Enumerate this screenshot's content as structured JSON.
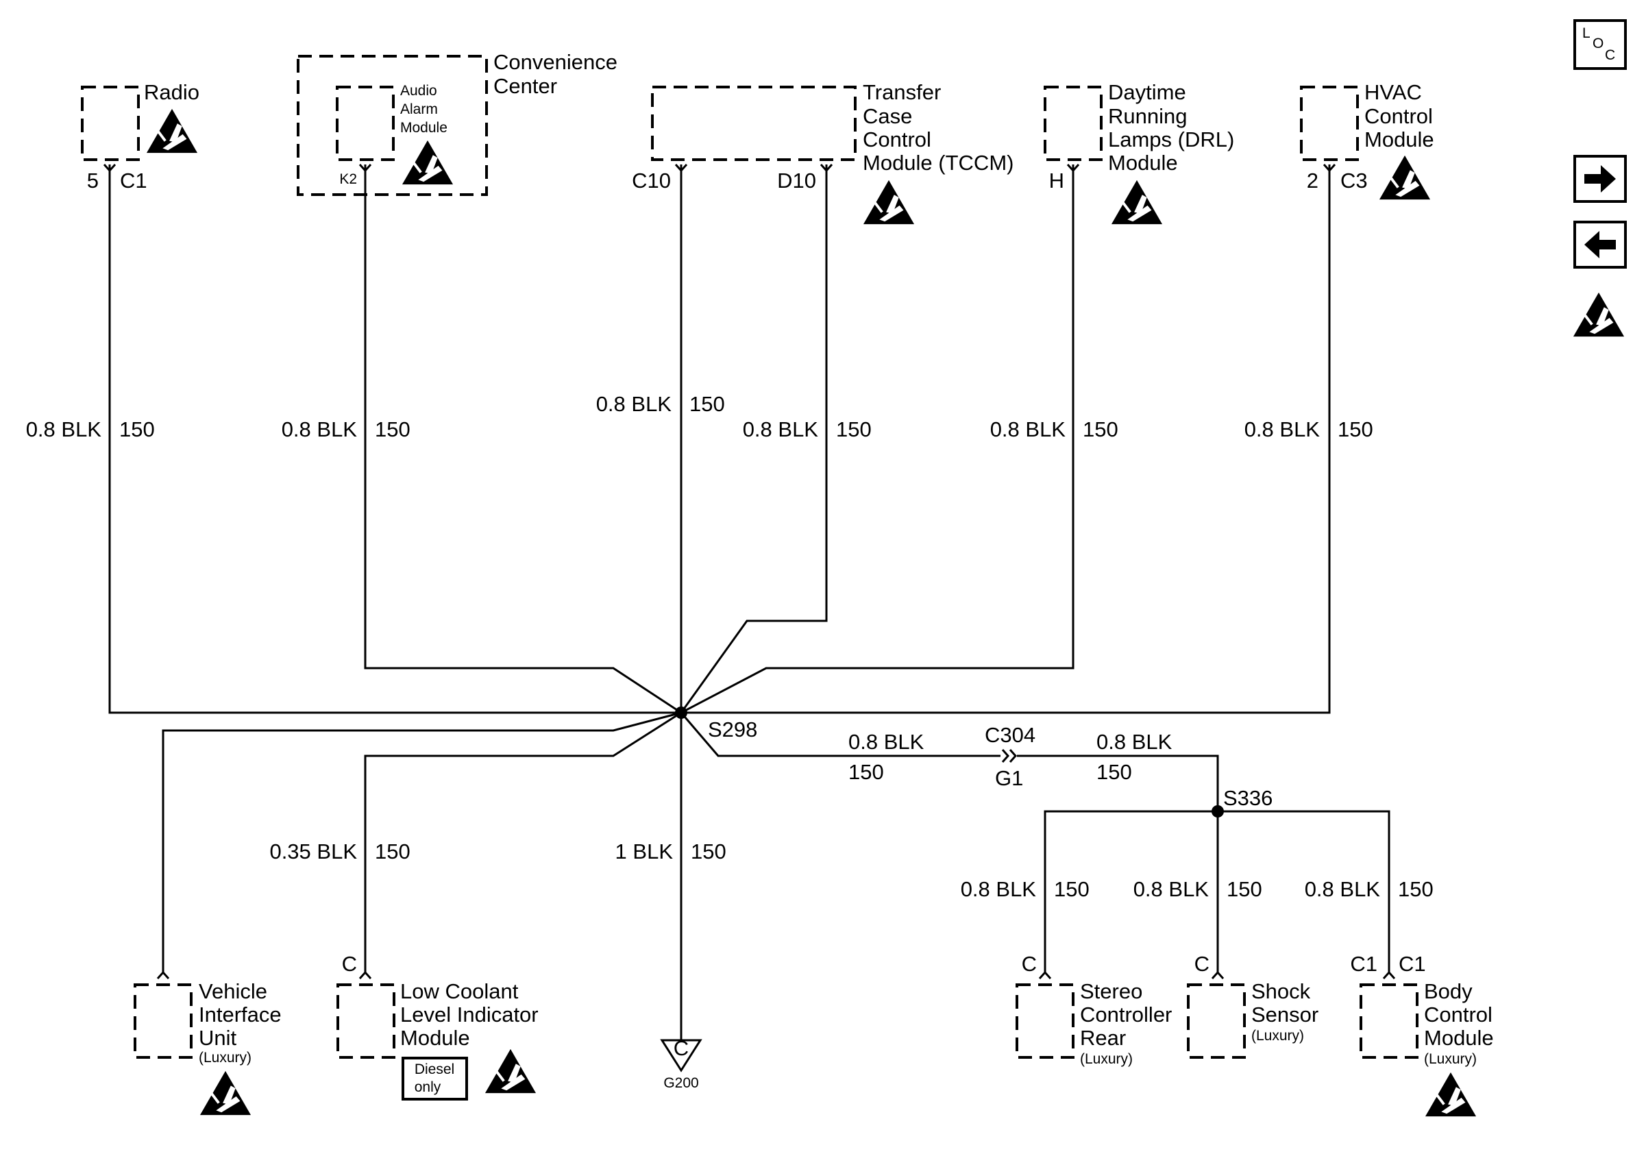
{
  "components": {
    "radio": {
      "name": "Radio",
      "pin": "5",
      "connector": "C1"
    },
    "convenience_center": {
      "name_line1": "Convenience",
      "name_line2": "Center"
    },
    "audio_alarm": {
      "line1": "Audio",
      "line2": "Alarm",
      "line3": "Module",
      "pin": "K2"
    },
    "tccm": {
      "line1": "Transfer",
      "line2": "Case",
      "line3": "Control",
      "line4": "Module (TCCM)",
      "pin1": "C10",
      "pin2": "D10"
    },
    "drl": {
      "line1": "Daytime",
      "line2": "Running",
      "line3": "Lamps (DRL)",
      "line4": "Module",
      "pin": "H"
    },
    "hvac": {
      "line1": "HVAC",
      "line2": "Control",
      "line3": "Module",
      "pin": "2",
      "connector": "C3"
    },
    "viu": {
      "line1": "Vehicle",
      "line2": "Interface",
      "line3": "Unit",
      "note": "(Luxury)"
    },
    "lcli": {
      "line1": "Low Coolant",
      "line2": "Level Indicator",
      "line3": "Module",
      "pin": "C",
      "box_line1": "Diesel",
      "box_line2": "only"
    },
    "ground": {
      "pin": "C",
      "name": "G200"
    },
    "stereo": {
      "line1": "Stereo",
      "line2": "Controller",
      "line3": "Rear",
      "note": "(Luxury)",
      "pin": "C"
    },
    "shock": {
      "line1": "Shock",
      "line2": "Sensor",
      "note": "(Luxury)",
      "pin": "C"
    },
    "bcm": {
      "line1": "Body",
      "line2": "Control",
      "line3": "Module",
      "note": "(Luxury)",
      "pin": "C1",
      "connector": "C1"
    }
  },
  "wires": {
    "radio": {
      "size": "0.8 BLK",
      "circuit": "150"
    },
    "audio": {
      "size": "0.8 BLK",
      "circuit": "150"
    },
    "tccm_c10": {
      "size": "0.8 BLK",
      "circuit": "150"
    },
    "tccm_d10": {
      "size": "0.8 BLK",
      "circuit": "150"
    },
    "drl": {
      "size": "0.8 BLK",
      "circuit": "150"
    },
    "hvac": {
      "size": "0.8 BLK",
      "circuit": "150"
    },
    "lcli": {
      "size": "0.35 BLK",
      "circuit": "150"
    },
    "ground": {
      "size": "1 BLK",
      "circuit": "150"
    },
    "to_c304": {
      "size": "0.8 BLK",
      "circuit": "150"
    },
    "from_c304": {
      "size": "0.8 BLK",
      "circuit": "150"
    },
    "stereo": {
      "size": "0.8 BLK",
      "circuit": "150"
    },
    "shock": {
      "size": "0.8 BLK",
      "circuit": "150"
    },
    "bcm": {
      "size": "0.8 BLK",
      "circuit": "150"
    }
  },
  "splices": {
    "s298": "S298",
    "s336": "S336"
  },
  "inline_connector": {
    "name": "C304",
    "pin": "G1"
  },
  "nav": {
    "loc_l": "L",
    "loc_o": "O",
    "loc_c": "C",
    "next_icon": "arrow-right",
    "prev_icon": "arrow-left"
  }
}
